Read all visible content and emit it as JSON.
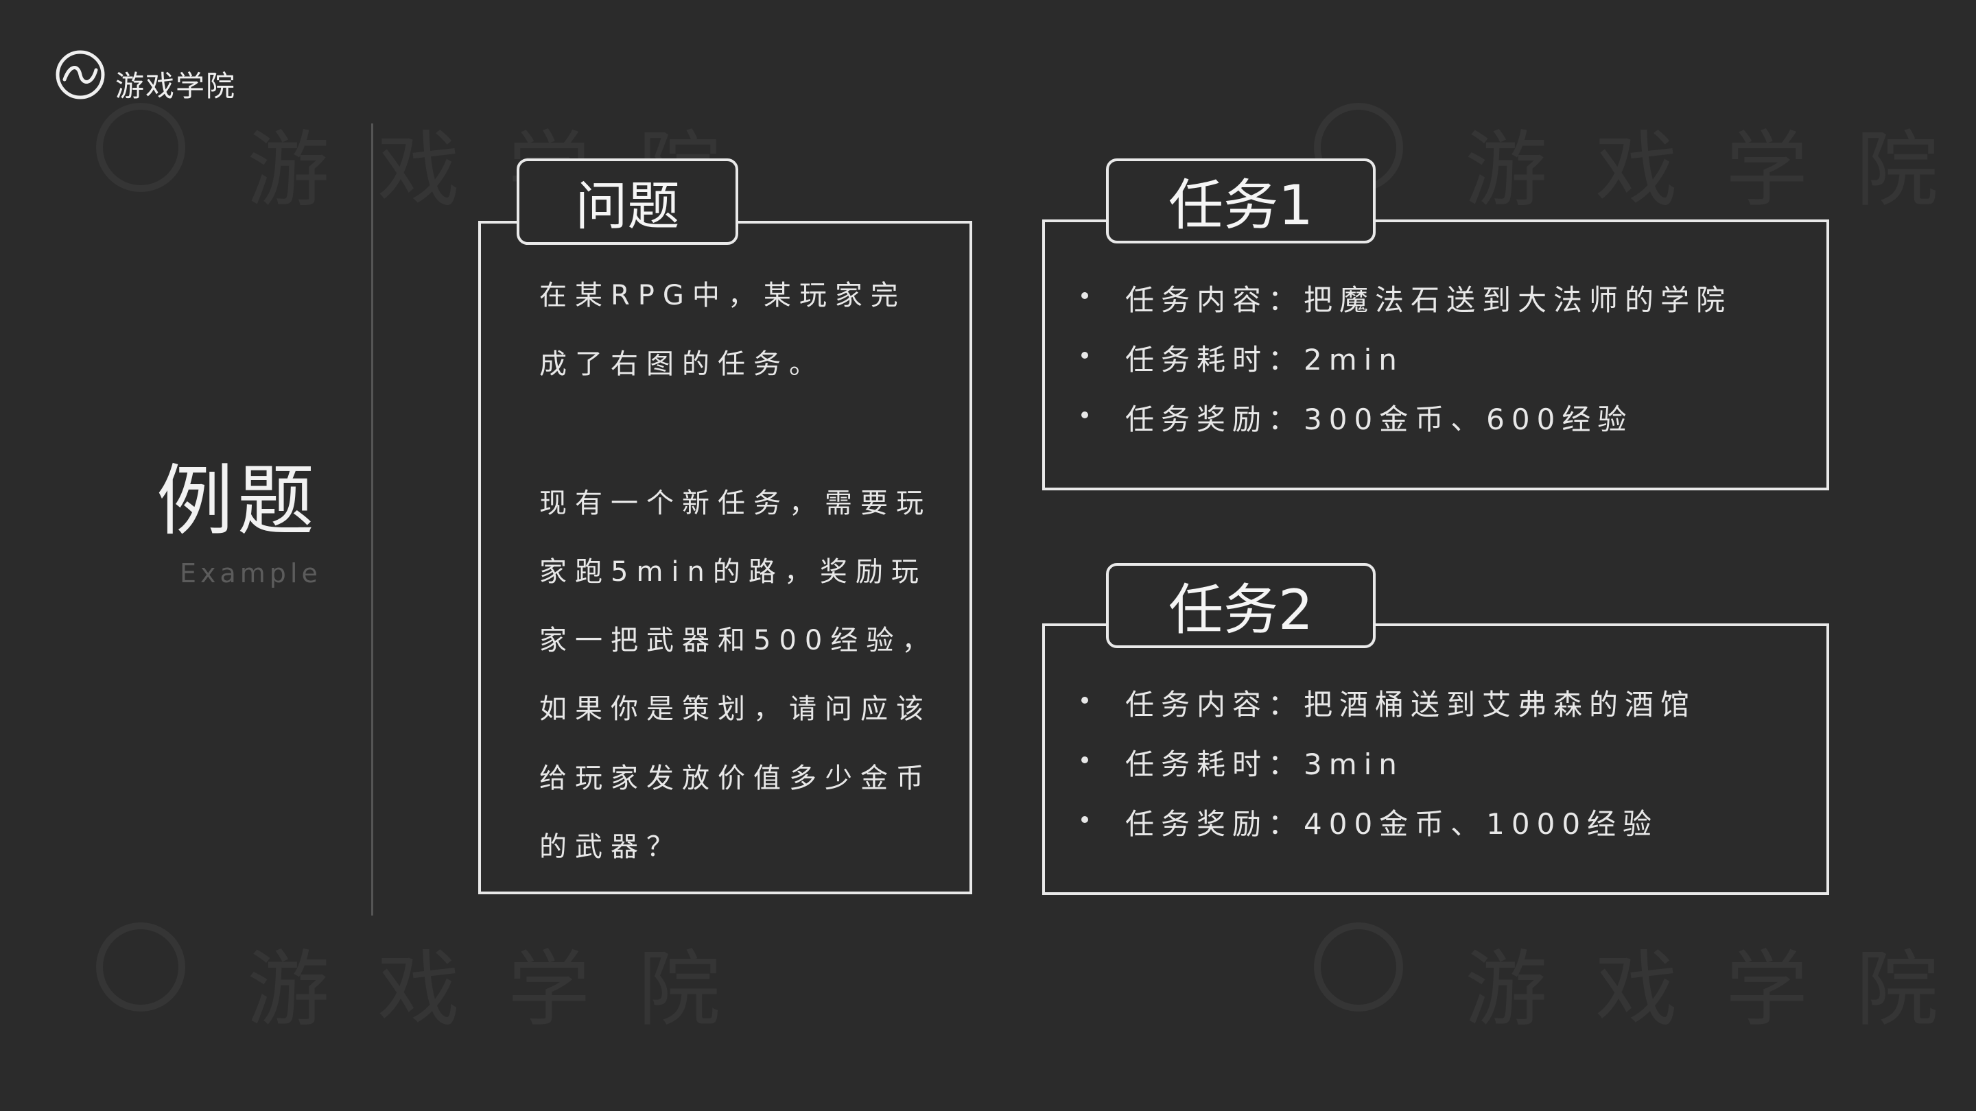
{
  "brand": {
    "name": "游戏学院"
  },
  "watermark": {
    "text": "游戏学院"
  },
  "section": {
    "title": "例题",
    "subtitle": "Example"
  },
  "question": {
    "tab": "问题",
    "lines": [
      "在某RPG中，某玩家完",
      "成了右图的任务。",
      "现有一个新任务，需要玩",
      "家跑5min的路，奖励玩",
      "家一把武器和500经验，",
      "如果你是策划，请问应该",
      "给玩家发放价值多少金币",
      "的武器？"
    ]
  },
  "tasks": [
    {
      "tab": "任务1",
      "items": [
        "任务内容：把魔法石送到大法师的学院",
        "任务耗时：2min",
        "任务奖励：300金币、600经验"
      ]
    },
    {
      "tab": "任务2",
      "items": [
        "任务内容：把酒桶送到艾弗森的酒馆",
        "任务耗时：3min",
        "任务奖励：400金币、1000经验"
      ]
    }
  ],
  "colors": {
    "background": "#2b2b2b",
    "stroke": "#e9e9e9",
    "muted": "#5c5c5c"
  }
}
